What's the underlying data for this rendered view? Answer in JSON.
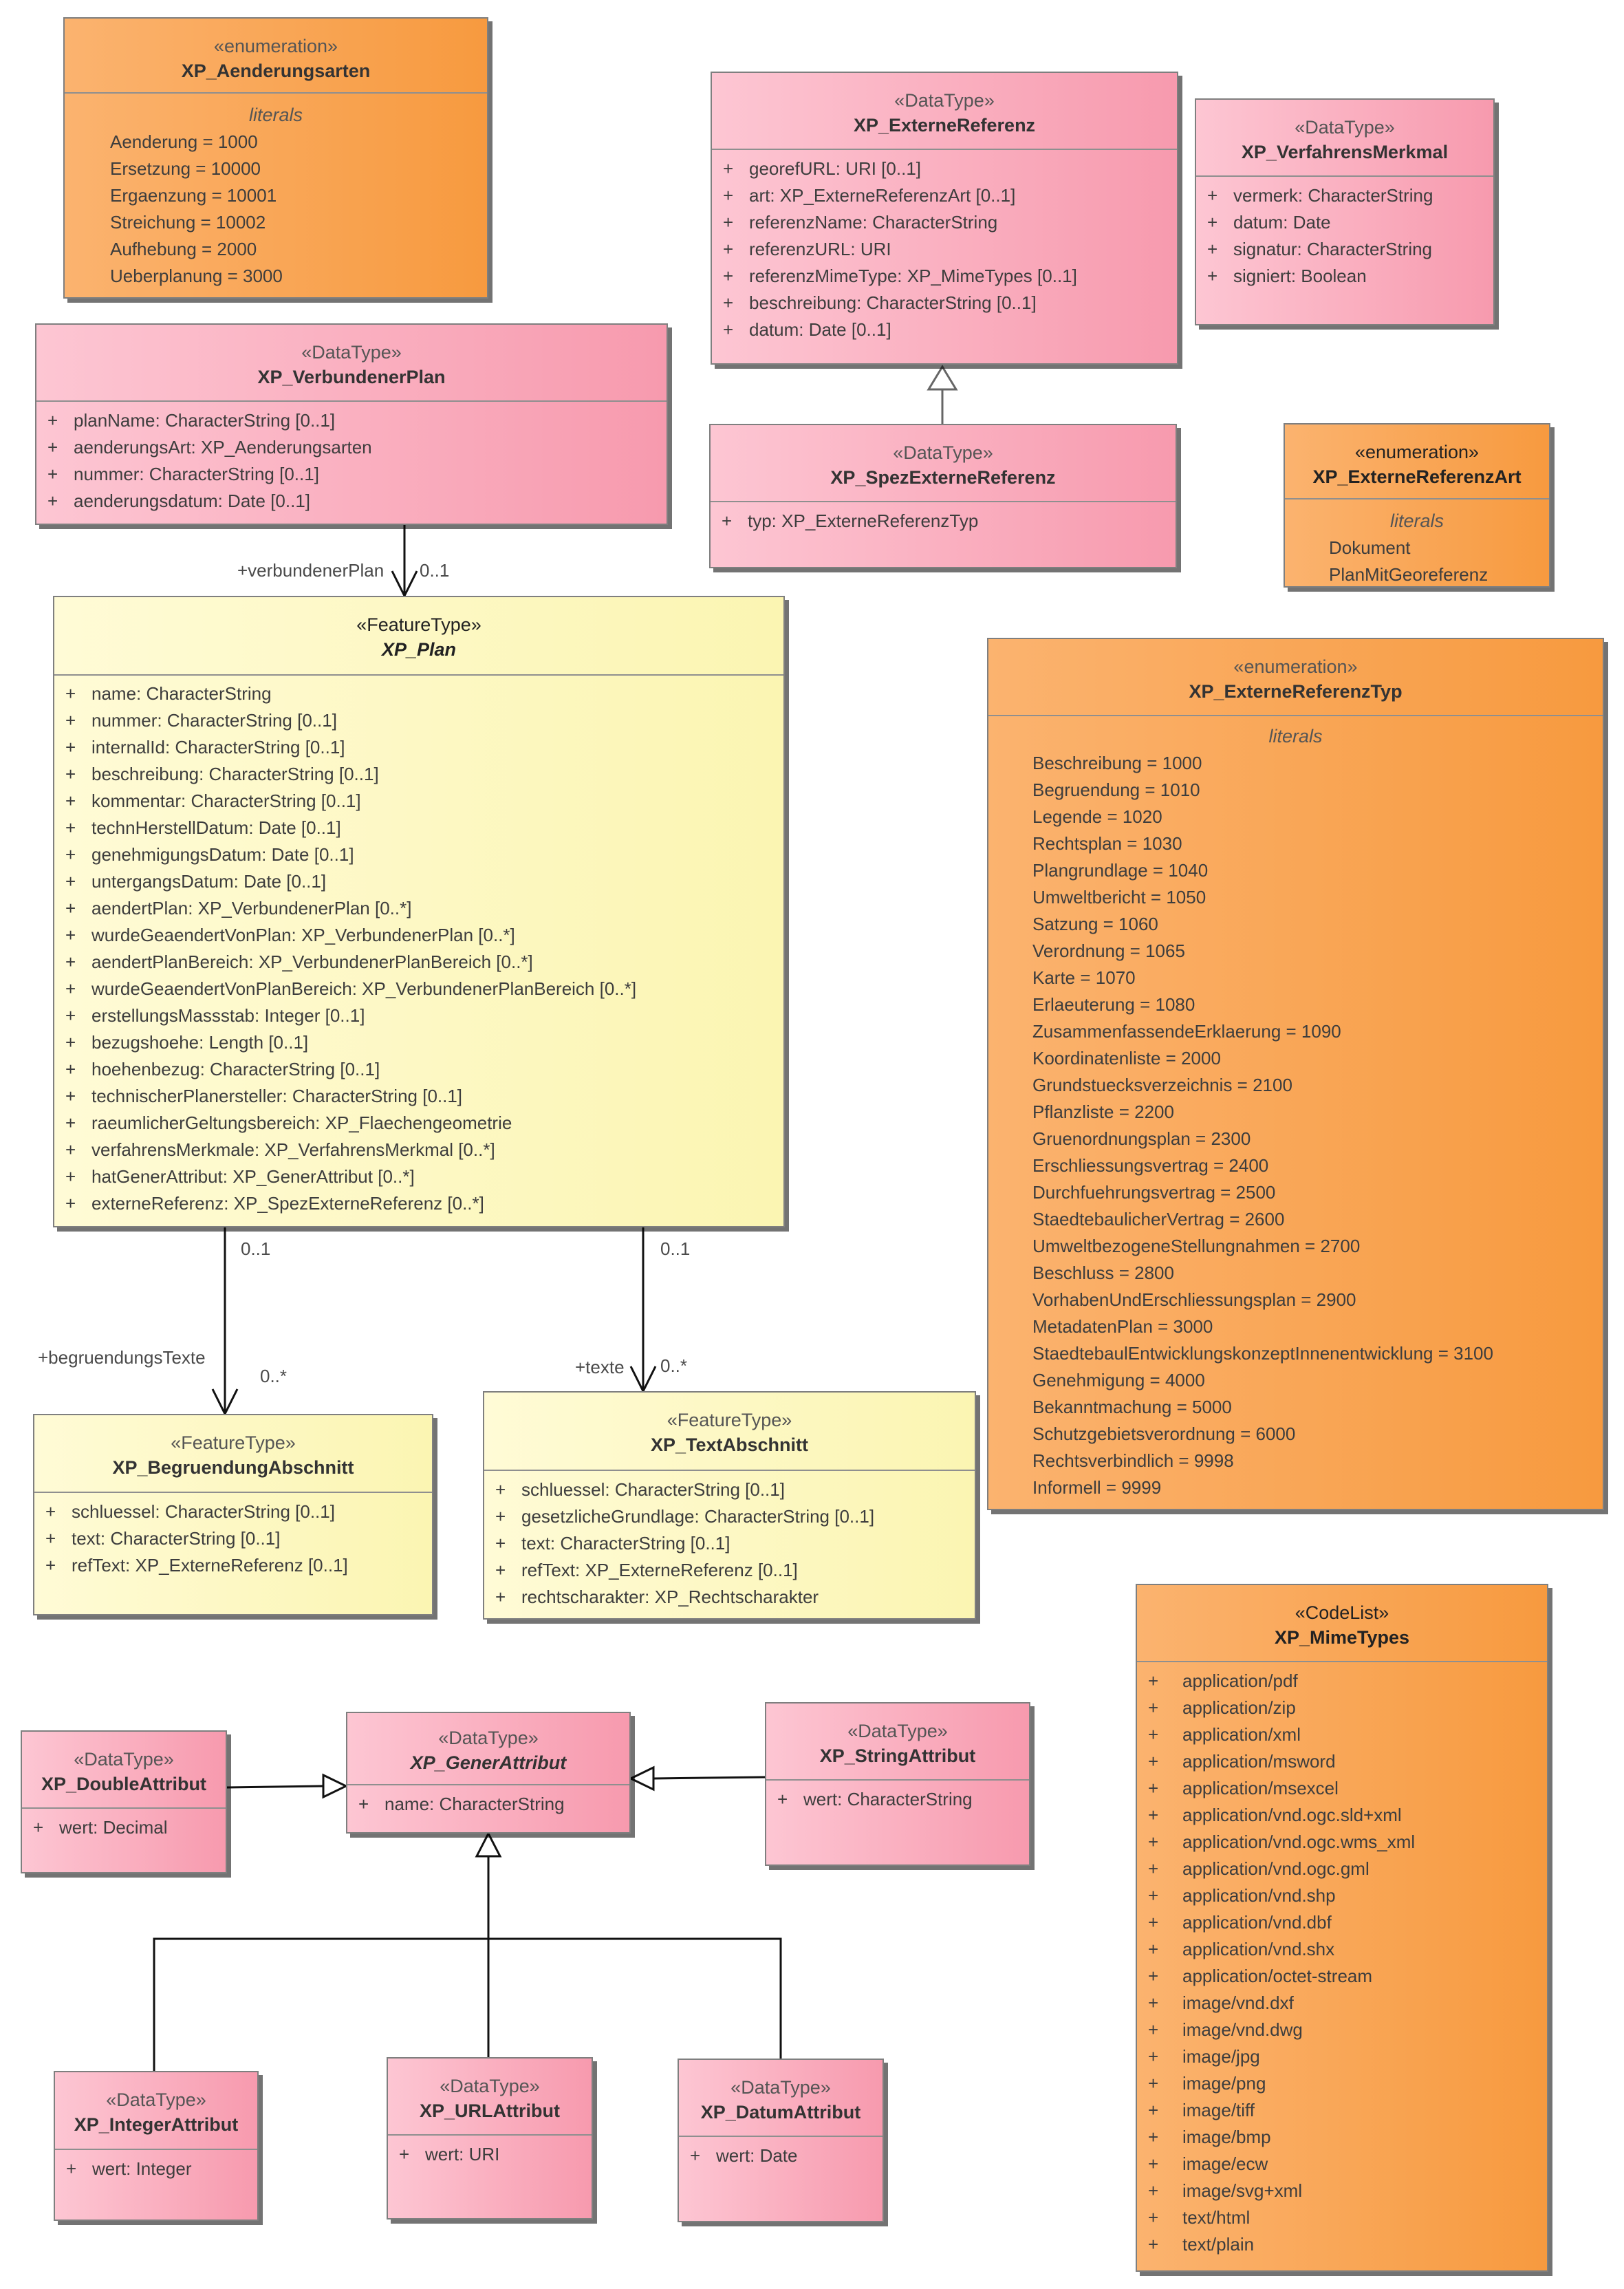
{
  "associations": {
    "verbundenerPlan": {
      "role": "+verbundenerPlan",
      "multiplicity": "0..1"
    },
    "begruendungsTexte": {
      "role": "+begruendungsTexte",
      "source_multiplicity": "0..1",
      "target_multiplicity": "0..*"
    },
    "texte": {
      "role": "+texte",
      "source_multiplicity": "0..1",
      "target_multiplicity": "0..*"
    }
  },
  "classes": {
    "aenderungsarten": {
      "stereotype": "«enumeration»",
      "name": "XP_Aenderungsarten",
      "section": "literals",
      "literals": [
        "Aenderung = 1000",
        "Ersetzung = 10000",
        "Ergaenzung = 10001",
        "Streichung = 10002",
        "Aufhebung = 2000",
        "Ueberplanung = 3000"
      ]
    },
    "externeReferenz": {
      "stereotype": "«DataType»",
      "name": "XP_ExterneReferenz",
      "attributes": [
        {
          "vis": "+",
          "text": "georefURL: URI [0..1]"
        },
        {
          "vis": "+",
          "text": "art: XP_ExterneReferenzArt [0..1]"
        },
        {
          "vis": "+",
          "text": "referenzName: CharacterString"
        },
        {
          "vis": "+",
          "text": "referenzURL: URI"
        },
        {
          "vis": "+",
          "text": "referenzMimeType: XP_MimeTypes [0..1]"
        },
        {
          "vis": "+",
          "text": "beschreibung: CharacterString [0..1]"
        },
        {
          "vis": "+",
          "text": "datum: Date [0..1]"
        }
      ]
    },
    "verfahrensMerkmal": {
      "stereotype": "«DataType»",
      "name": "XP_VerfahrensMerkmal",
      "attributes": [
        {
          "vis": "+",
          "text": "vermerk: CharacterString"
        },
        {
          "vis": "+",
          "text": "datum: Date"
        },
        {
          "vis": "+",
          "text": "signatur: CharacterString"
        },
        {
          "vis": "+",
          "text": "signiert: Boolean"
        }
      ]
    },
    "verbundenerPlan": {
      "stereotype": "«DataType»",
      "name": "XP_VerbundenerPlan",
      "attributes": [
        {
          "vis": "+",
          "text": "planName: CharacterString [0..1]"
        },
        {
          "vis": "+",
          "text": "aenderungsArt: XP_Aenderungsarten"
        },
        {
          "vis": "+",
          "text": "nummer: CharacterString [0..1]"
        },
        {
          "vis": "+",
          "text": "aenderungsdatum: Date [0..1]"
        }
      ]
    },
    "spezExterneReferenz": {
      "stereotype": "«DataType»",
      "name": "XP_SpezExterneReferenz",
      "attributes": [
        {
          "vis": "+",
          "text": "typ: XP_ExterneReferenzTyp"
        }
      ]
    },
    "externeReferenzArt": {
      "stereotype": "«enumeration»",
      "name": "XP_ExterneReferenzArt",
      "section": "literals",
      "literals": [
        "Dokument",
        "PlanMitGeoreferenz"
      ]
    },
    "plan": {
      "stereotype": "«FeatureType»",
      "name": "XP_Plan",
      "attributes": [
        {
          "vis": "+",
          "text": "name: CharacterString"
        },
        {
          "vis": "+",
          "text": "nummer: CharacterString [0..1]"
        },
        {
          "vis": "+",
          "text": "internalId: CharacterString [0..1]"
        },
        {
          "vis": "+",
          "text": "beschreibung: CharacterString [0..1]"
        },
        {
          "vis": "+",
          "text": "kommentar: CharacterString [0..1]"
        },
        {
          "vis": "+",
          "text": "technHerstellDatum: Date [0..1]"
        },
        {
          "vis": "+",
          "text": "genehmigungsDatum: Date [0..1]"
        },
        {
          "vis": "+",
          "text": "untergangsDatum: Date [0..1]"
        },
        {
          "vis": "+",
          "text": "aendertPlan: XP_VerbundenerPlan [0..*]"
        },
        {
          "vis": "+",
          "text": "wurdeGeaendertVonPlan: XP_VerbundenerPlan [0..*]"
        },
        {
          "vis": "+",
          "text": "aendertPlanBereich: XP_VerbundenerPlanBereich [0..*]"
        },
        {
          "vis": "+",
          "text": "wurdeGeaendertVonPlanBereich: XP_VerbundenerPlanBereich [0..*]"
        },
        {
          "vis": "+",
          "text": "erstellungsMassstab: Integer [0..1]"
        },
        {
          "vis": "+",
          "text": "bezugshoehe: Length [0..1]"
        },
        {
          "vis": "+",
          "text": "hoehenbezug: CharacterString [0..1]"
        },
        {
          "vis": "+",
          "text": "technischerPlanersteller: CharacterString [0..1]"
        },
        {
          "vis": "+",
          "text": "raeumlicherGeltungsbereich: XP_Flaechengeometrie"
        },
        {
          "vis": "+",
          "text": "verfahrensMerkmale: XP_VerfahrensMerkmal [0..*]"
        },
        {
          "vis": "+",
          "text": "hatGenerAttribut: XP_GenerAttribut [0..*]"
        },
        {
          "vis": "+",
          "text": "externeReferenz: XP_SpezExterneReferenz [0..*]"
        }
      ]
    },
    "externeReferenzTyp": {
      "stereotype": "«enumeration»",
      "name": "XP_ExterneReferenzTyp",
      "section": "literals",
      "literals": [
        "Beschreibung = 1000",
        "Begruendung = 1010",
        "Legende = 1020",
        "Rechtsplan = 1030",
        "Plangrundlage = 1040",
        "Umweltbericht = 1050",
        "Satzung = 1060",
        "Verordnung = 1065",
        "Karte = 1070",
        "Erlaeuterung = 1080",
        "ZusammenfassendeErklaerung = 1090",
        "Koordinatenliste = 2000",
        "Grundstuecksverzeichnis = 2100",
        "Pflanzliste = 2200",
        "Gruenordnungsplan = 2300",
        "Erschliessungsvertrag = 2400",
        "Durchfuehrungsvertrag = 2500",
        "StaedtebaulicherVertrag = 2600",
        "UmweltbezogeneStellungnahmen = 2700",
        "Beschluss = 2800",
        "VorhabenUndErschliessungsplan = 2900",
        "MetadatenPlan = 3000",
        "StaedtebaulEntwicklungskonzeptInnenentwicklung = 3100",
        "Genehmigung = 4000",
        "Bekanntmachung = 5000",
        "Schutzgebietsverordnung = 6000",
        "Rechtsverbindlich = 9998",
        "Informell = 9999"
      ]
    },
    "begruendungAbschnitt": {
      "stereotype": "«FeatureType»",
      "name": "XP_BegruendungAbschnitt",
      "attributes": [
        {
          "vis": "+",
          "text": "schluessel: CharacterString [0..1]"
        },
        {
          "vis": "+",
          "text": "text: CharacterString [0..1]"
        },
        {
          "vis": "+",
          "text": "refText: XP_ExterneReferenz [0..1]"
        }
      ]
    },
    "textAbschnitt": {
      "stereotype": "«FeatureType»",
      "name": "XP_TextAbschnitt",
      "attributes": [
        {
          "vis": "+",
          "text": "schluessel: CharacterString [0..1]"
        },
        {
          "vis": "+",
          "text": "gesetzlicheGrundlage: CharacterString [0..1]"
        },
        {
          "vis": "+",
          "text": "text: CharacterString [0..1]"
        },
        {
          "vis": "+",
          "text": "refText: XP_ExterneReferenz [0..1]"
        },
        {
          "vis": "+",
          "text": "rechtscharakter: XP_Rechtscharakter"
        }
      ]
    },
    "mimeTypes": {
      "stereotype": "«CodeList»",
      "name": "XP_MimeTypes",
      "attributes": [
        {
          "vis": "+",
          "text": "application/pdf"
        },
        {
          "vis": "+",
          "text": "application/zip"
        },
        {
          "vis": "+",
          "text": "application/xml"
        },
        {
          "vis": "+",
          "text": "application/msword"
        },
        {
          "vis": "+",
          "text": "application/msexcel"
        },
        {
          "vis": "+",
          "text": "application/vnd.ogc.sld+xml"
        },
        {
          "vis": "+",
          "text": "application/vnd.ogc.wms_xml"
        },
        {
          "vis": "+",
          "text": "application/vnd.ogc.gml"
        },
        {
          "vis": "+",
          "text": "application/vnd.shp"
        },
        {
          "vis": "+",
          "text": "application/vnd.dbf"
        },
        {
          "vis": "+",
          "text": "application/vnd.shx"
        },
        {
          "vis": "+",
          "text": "application/octet-stream"
        },
        {
          "vis": "+",
          "text": "image/vnd.dxf"
        },
        {
          "vis": "+",
          "text": "image/vnd.dwg"
        },
        {
          "vis": "+",
          "text": "image/jpg"
        },
        {
          "vis": "+",
          "text": "image/png"
        },
        {
          "vis": "+",
          "text": "image/tiff"
        },
        {
          "vis": "+",
          "text": "image/bmp"
        },
        {
          "vis": "+",
          "text": "image/ecw"
        },
        {
          "vis": "+",
          "text": "image/svg+xml"
        },
        {
          "vis": "+",
          "text": "text/html"
        },
        {
          "vis": "+",
          "text": "text/plain"
        }
      ]
    },
    "doubleAttribut": {
      "stereotype": "«DataType»",
      "name": "XP_DoubleAttribut",
      "attributes": [
        {
          "vis": "+",
          "text": "wert: Decimal"
        }
      ]
    },
    "generAttribut": {
      "stereotype": "«DataType»",
      "name": "XP_GenerAttribut",
      "attributes": [
        {
          "vis": "+",
          "text": "name: CharacterString"
        }
      ]
    },
    "stringAttribut": {
      "stereotype": "«DataType»",
      "name": "XP_StringAttribut",
      "attributes": [
        {
          "vis": "+",
          "text": "wert: CharacterString"
        }
      ]
    },
    "integerAttribut": {
      "stereotype": "«DataType»",
      "name": "XP_IntegerAttribut",
      "attributes": [
        {
          "vis": "+",
          "text": "wert: Integer"
        }
      ]
    },
    "urlAttribut": {
      "stereotype": "«DataType»",
      "name": "XP_URLAttribut",
      "attributes": [
        {
          "vis": "+",
          "text": "wert: URI"
        }
      ]
    },
    "datumAttribut": {
      "stereotype": "«DataType»",
      "name": "XP_DatumAttribut",
      "attributes": [
        {
          "vis": "+",
          "text": "wert: Date"
        }
      ]
    }
  }
}
